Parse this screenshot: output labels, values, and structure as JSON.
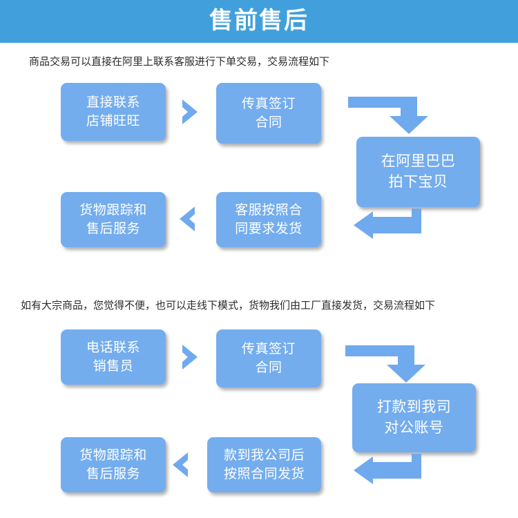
{
  "banner": {
    "title": "售前售后"
  },
  "paragraphs": {
    "online": "商品交易可以直接在阿里上联系客服进行下单交易，交易流程如下",
    "offline": "如有大宗商品，您觉得不便，也可以走线下模式，货物我们由工厂直接发货，交易流程如下"
  },
  "colors": {
    "banner_blue": "#41a0db",
    "box_blue": "#74adee",
    "arrow_blue": "#6fa9ee",
    "box_text": "#ffffff",
    "body_text": "#2b2b2b",
    "page_background": "#ffffff"
  },
  "flow_online": {
    "boxes": [
      {
        "id": "contact-wangwang",
        "line1": "直接联系",
        "line2": "店铺旺旺"
      },
      {
        "id": "fax-contract",
        "line1": "传真签订",
        "line2": "合同"
      },
      {
        "id": "order-alibaba",
        "line1": "在阿里巴巴",
        "line2": "拍下宝贝"
      },
      {
        "id": "service-ship",
        "line1": "客服按照合",
        "line2": "同要求发货"
      },
      {
        "id": "track-aftersales",
        "line1": "货物跟踪和",
        "line2": "售后服务"
      }
    ],
    "connectors": [
      {
        "id": "chevron-right-1",
        "kind": "chevron-right"
      },
      {
        "id": "elbow-right-down-1",
        "kind": "elbow-right-down"
      },
      {
        "id": "elbow-down-left-1",
        "kind": "elbow-down-left"
      },
      {
        "id": "chevron-left-1",
        "kind": "chevron-left"
      }
    ]
  },
  "flow_offline": {
    "boxes": [
      {
        "id": "call-sales",
        "line1": "电话联系",
        "line2": "销售员"
      },
      {
        "id": "fax-contract-2",
        "line1": "传真签订",
        "line2": "合同"
      },
      {
        "id": "pay-company-account",
        "line1": "打款到我司",
        "line2": "对公账号"
      },
      {
        "id": "ship-after-payment",
        "line1": "款到我公司后",
        "line2": "按照合同发货"
      },
      {
        "id": "track-aftersales-2",
        "line1": "货物跟踪和",
        "line2": "售后服务"
      }
    ],
    "connectors": [
      {
        "id": "chevron-right-2",
        "kind": "chevron-right"
      },
      {
        "id": "elbow-right-down-2",
        "kind": "elbow-right-down"
      },
      {
        "id": "elbow-down-left-2",
        "kind": "elbow-down-left"
      },
      {
        "id": "chevron-left-2",
        "kind": "chevron-left"
      }
    ]
  }
}
